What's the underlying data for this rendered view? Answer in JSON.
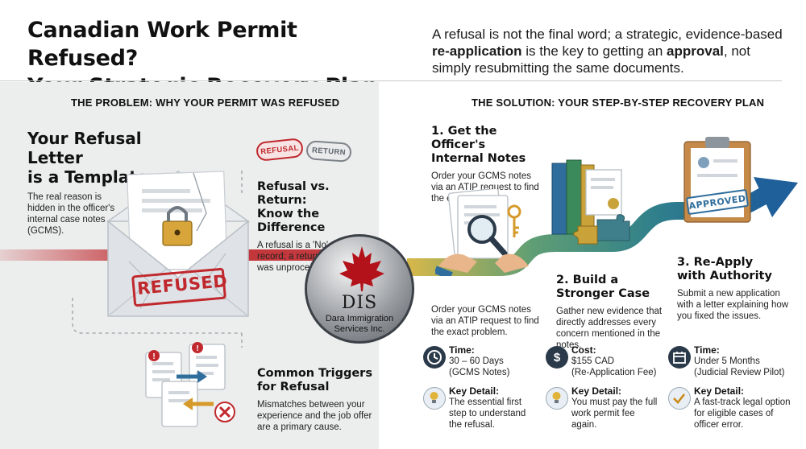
{
  "header": {
    "title_line1": "Canadian Work Permit Refused?",
    "title_line2": "Your Strategic Recovery Plan",
    "subtitle_part1": "A refusal is not the final word; a strategic, evidence-based",
    "subtitle_bold1": "re-application",
    "subtitle_part2": " is the key to getting an ",
    "subtitle_bold2": "approval",
    "subtitle_part3": ", not simply resubmitting the same documents."
  },
  "problem": {
    "section_title": "THE PROBLEM: WHY YOUR PERMIT WAS REFUSED",
    "template_heading_1": "Your Refusal Letter",
    "template_heading_2": "is a Template",
    "template_body": "The real reason is hidden in the officer's internal case notes (GCMS).",
    "refused_stamp": "REFUSED",
    "stamp_refusal": "REFUSAL",
    "stamp_return": "RETURN",
    "vs_heading_1": "Refusal vs. Return:",
    "vs_heading_2": "Know the Difference",
    "vs_body": "A refusal is a 'No' on your record; a return means it was unprocessed.",
    "triggers_heading_1": "Common Triggers",
    "triggers_heading_2": "for Refusal",
    "triggers_body": "Mismatches between your experience and the job offer are a primary cause."
  },
  "logo": {
    "letters": "DIS",
    "name_line1": "Dara Immigration",
    "name_line2": "Services Inc."
  },
  "solution": {
    "section_title": "THE SOLUTION: YOUR STEP-BY-STEP RECOVERY PLAN",
    "step1_heading_1": "1. Get the Officer's",
    "step1_heading_2": "Internal Notes",
    "step1_body": "Order your GCMS notes via an ATIP request to find the exact problem.",
    "step1_body_repeat": "Order your GCMS notes via an ATIP request to find the exact problem.",
    "step2_heading_1": "2. Build a",
    "step2_heading_2": "Stronger Case",
    "step2_body": "Gather new evidence that directly addresses every concern mentioned in the notes.",
    "step3_heading_1": "3. Re-Apply",
    "step3_heading_2": "with Authority",
    "step3_body": "Submit a new application with a letter explaining how you fixed the issues.",
    "approved_stamp": "APPROVED"
  },
  "details": [
    {
      "top_label": "Time:",
      "top_value_1": "30 – 60 Days",
      "top_value_2": "(GCMS Notes)",
      "top_icon": "clock-icon",
      "bottom_label": "Key Detail:",
      "bottom_value": "The essential first step to understand the refusal.",
      "bottom_icon": "lightbulb-icon"
    },
    {
      "top_label": "Cost:",
      "top_value_1": "$155 CAD",
      "top_value_2": "(Re-Application Fee)",
      "top_icon": "dollar-icon",
      "bottom_label": "Key Detail:",
      "bottom_value": "You must pay the full work permit fee again.",
      "bottom_icon": "lightbulb-icon"
    },
    {
      "top_label": "Time:",
      "top_value_1": "Under 5 Months",
      "top_value_2": "(Judicial Review Pilot)",
      "top_icon": "calendar-icon",
      "bottom_label": "Key Detail:",
      "bottom_value": "A fast-track legal option for eligible cases of officer error.",
      "bottom_icon": "checkmark-icon"
    }
  ],
  "colors": {
    "refused_red": "#c0282d",
    "maple_red": "#b3121a",
    "arrow_teal": "#2f7f8c",
    "arrow_blue": "#1f5f9a",
    "icon_dark": "#2b3a4a"
  }
}
